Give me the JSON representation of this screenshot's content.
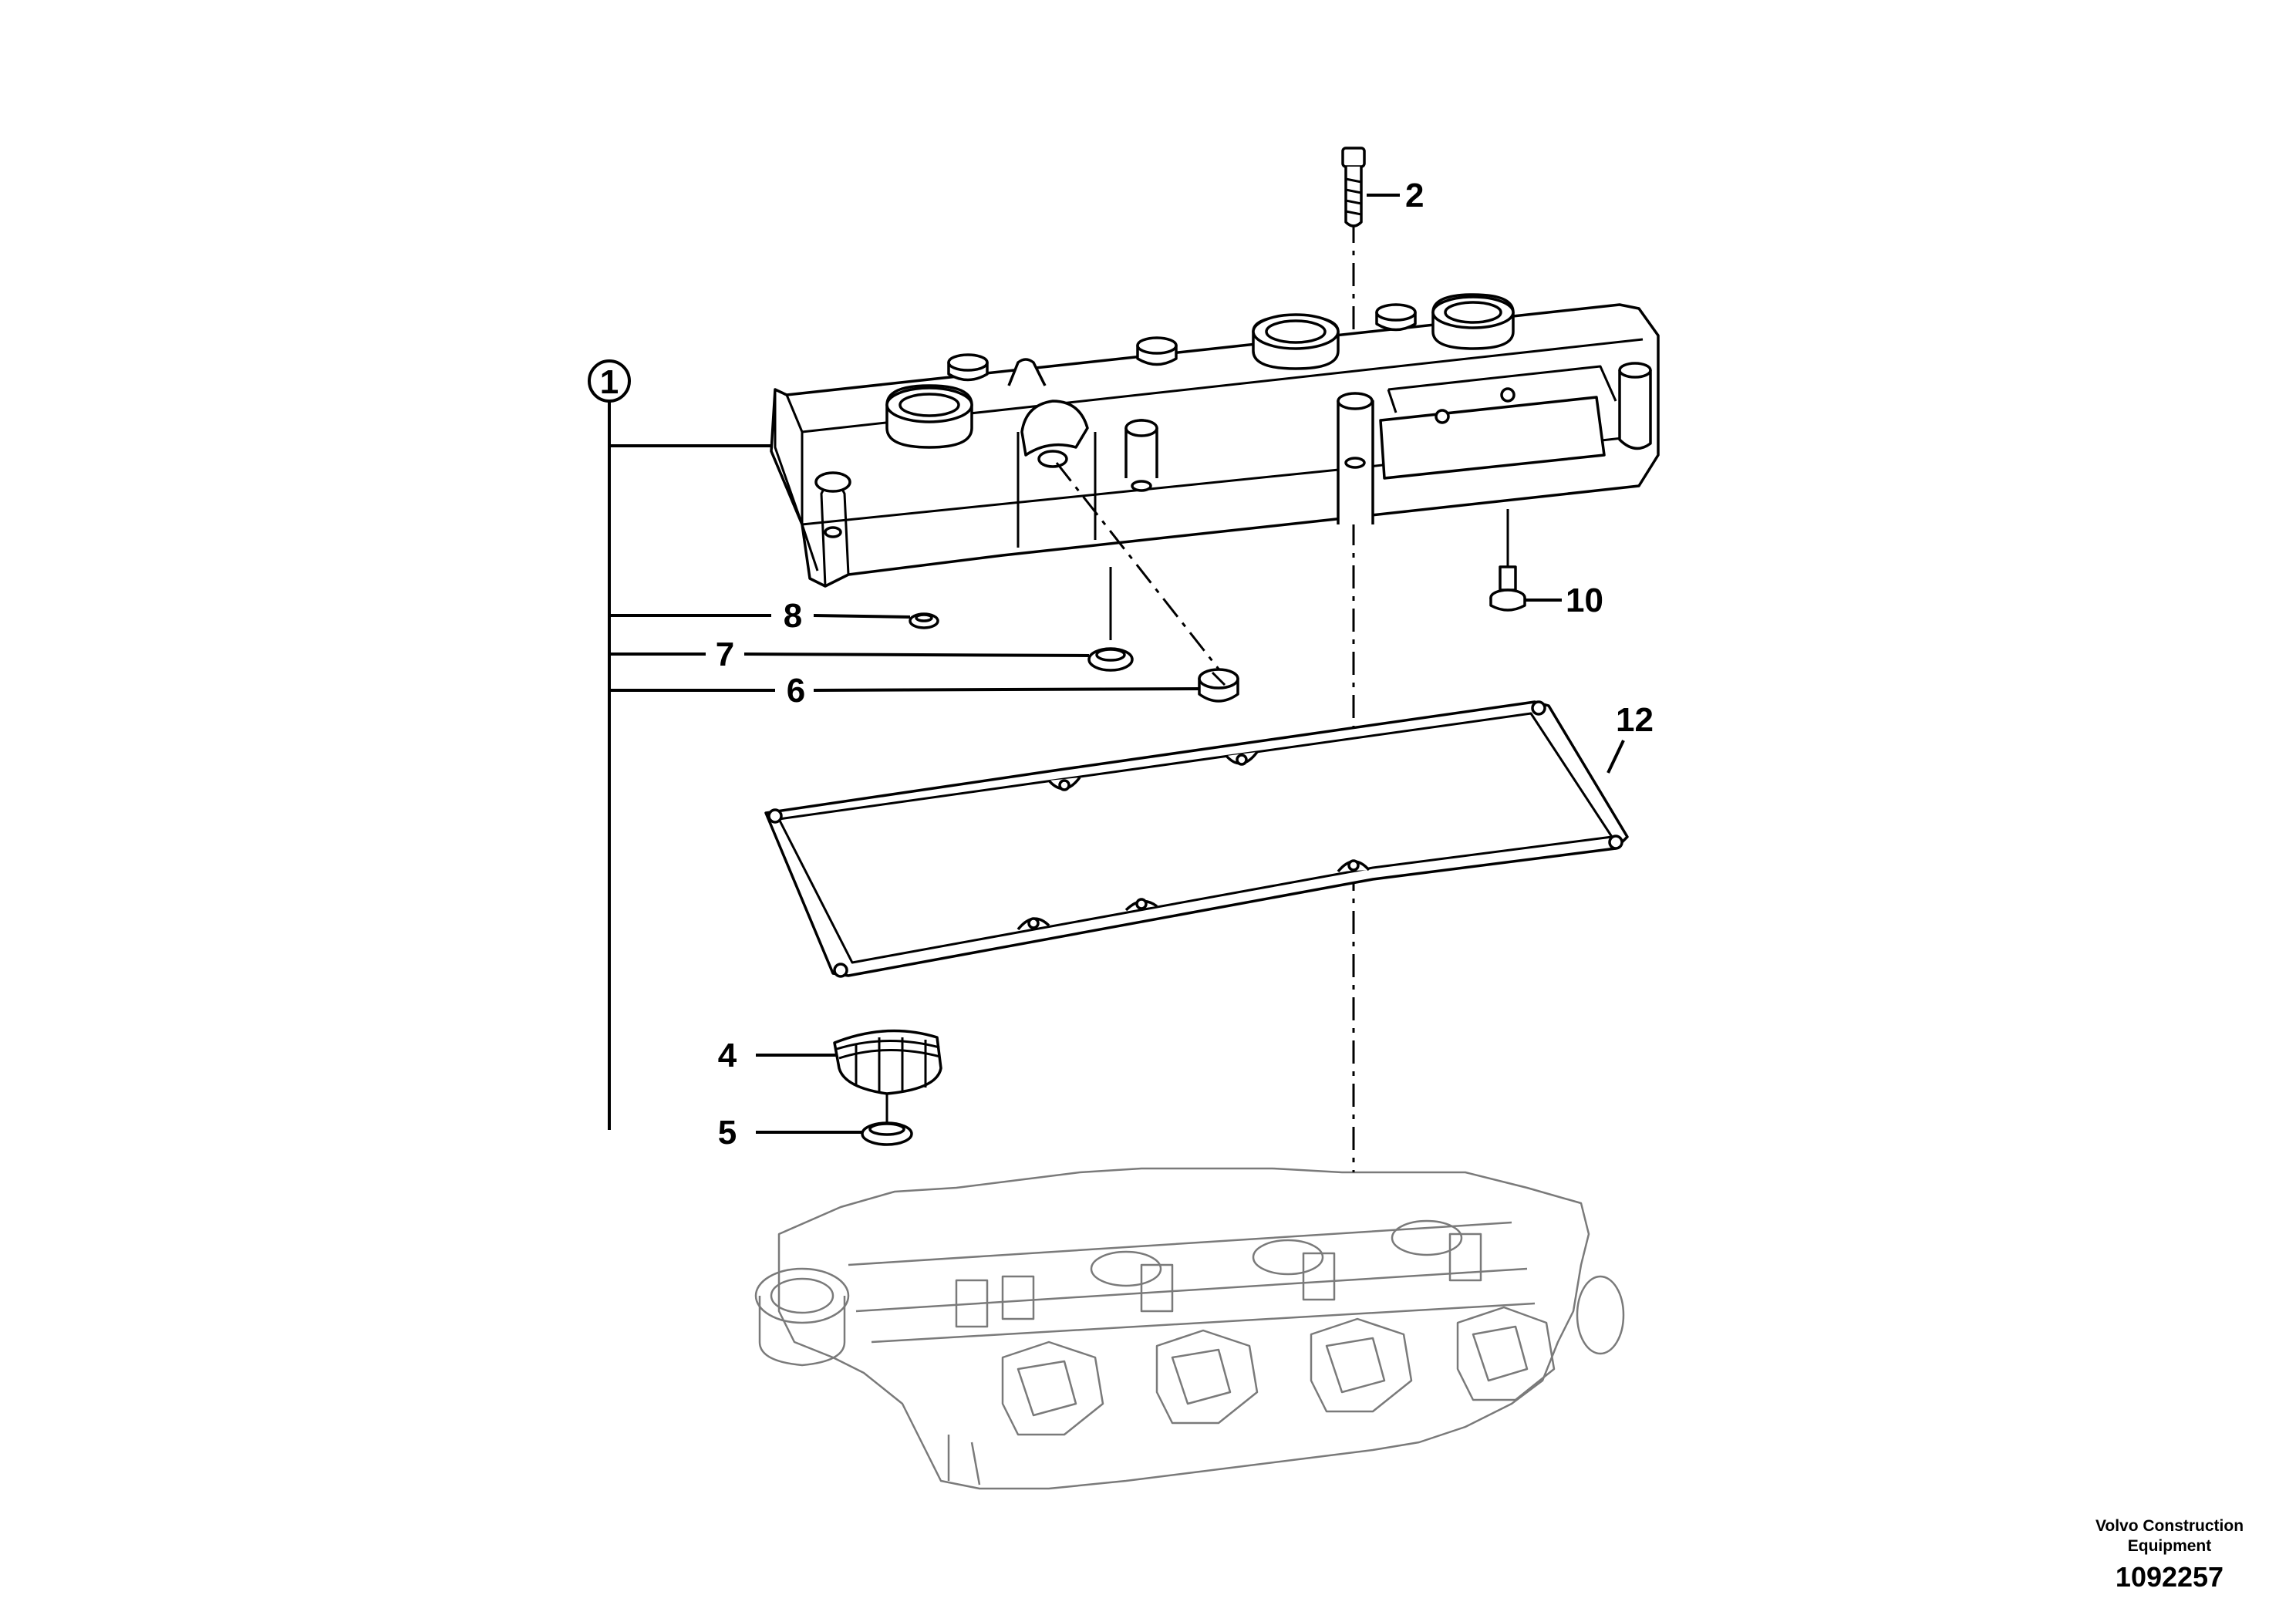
{
  "callouts": [
    {
      "id": "1",
      "text": "1"
    },
    {
      "id": "2",
      "text": "2"
    },
    {
      "id": "4",
      "text": "4"
    },
    {
      "id": "5",
      "text": "5"
    },
    {
      "id": "6",
      "text": "6"
    },
    {
      "id": "7",
      "text": "7"
    },
    {
      "id": "8",
      "text": "8"
    },
    {
      "id": "10",
      "text": "10"
    },
    {
      "id": "12",
      "text": "12"
    }
  ],
  "footer": {
    "company_line1": "Volvo Construction",
    "company_line2": "Equipment",
    "drawing_number": "1092257"
  }
}
